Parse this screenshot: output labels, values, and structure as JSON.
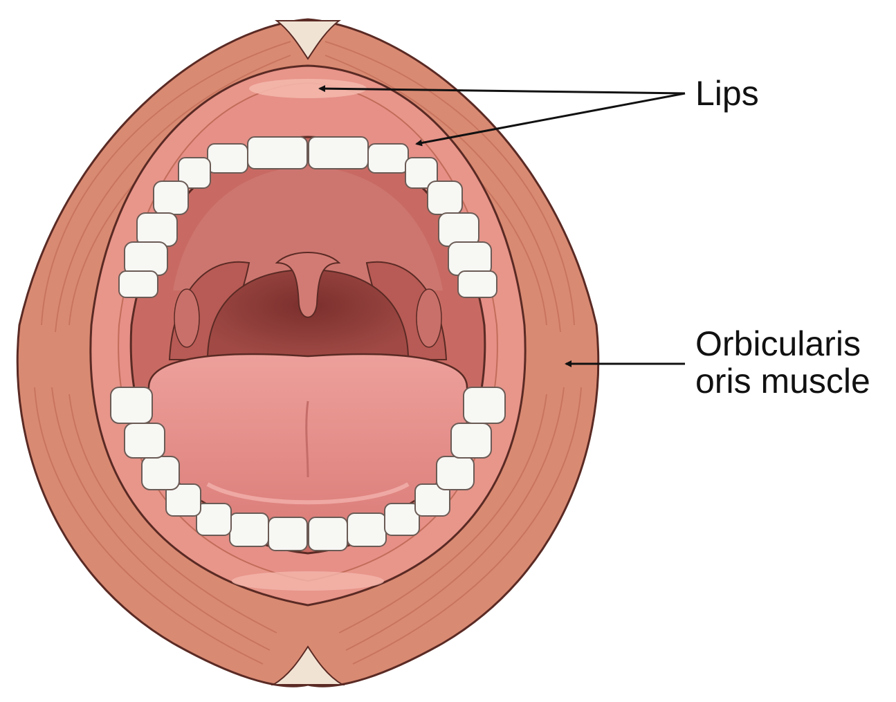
{
  "labels": {
    "lips": "Lips",
    "orbicularis_line1": "Orbicularis",
    "orbicularis_line2": "oris muscle"
  },
  "colors": {
    "muscle": "#d98a72",
    "muscle_dark": "#b9634f",
    "lip": "#e8958a",
    "lip_highlight": "#f4b7ab",
    "palate": "#c86a63",
    "throat": "#8e3b38",
    "tongue": "#e48a86",
    "teeth": "#f7f7f4",
    "teeth_shadow": "#cfd5d8",
    "outline": "#5a2a24",
    "arrow": "#111111"
  }
}
